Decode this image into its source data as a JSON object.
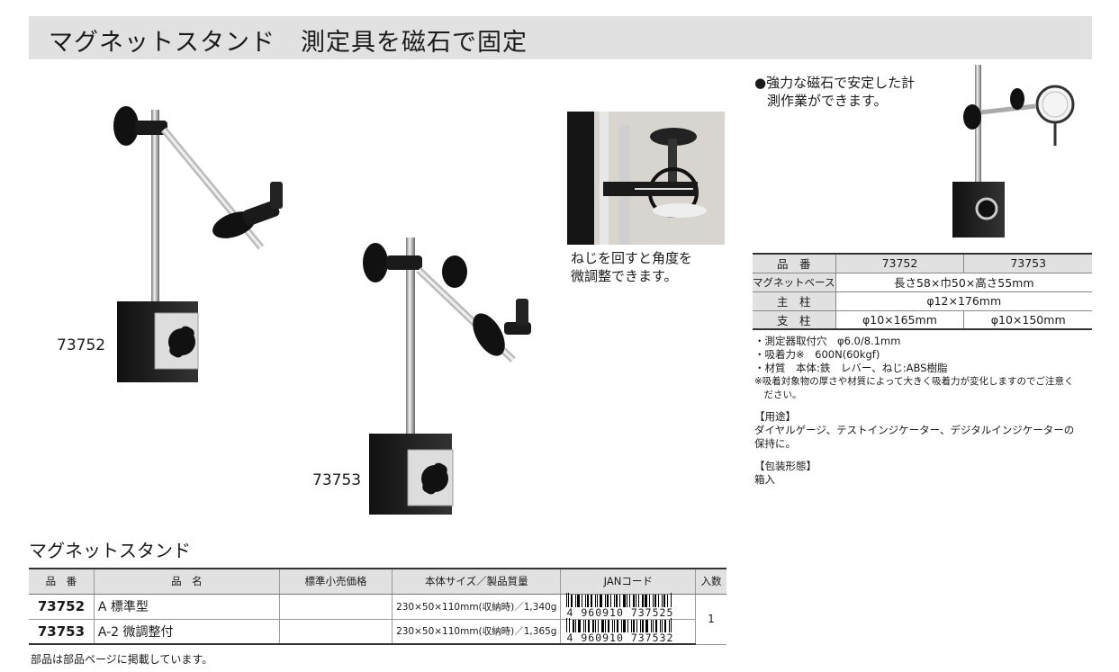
{
  "title": "マグネットスタンド　測定具を磁石で固定",
  "images": {
    "label_73752": "73752",
    "label_73753": "73753",
    "detail_caption": [
      "ねじを回すと角度を",
      "微調整できます。"
    ],
    "feature_caption": [
      "●強力な磁石で安定した計",
      "測作業ができます。"
    ]
  },
  "spec_table": {
    "header": [
      "品　番",
      "73752",
      "73753"
    ],
    "rows": [
      {
        "label": "マグネットベース",
        "value": "長さ58×巾50×高さ55mm"
      },
      {
        "label": "主　柱",
        "value": "φ12×176mm"
      },
      {
        "label": "支　柱",
        "values": [
          "φ10×165mm",
          "φ10×150mm"
        ]
      }
    ]
  },
  "spec_notes": [
    "・測定器取付穴　φ6.0/8.1mm",
    "・吸着力※　600N(60kgf)",
    "・材質　本体:鉄　レバー、ねじ:ABS樹脂",
    "※吸着対象物の厚さや材質によって大きく吸着力が変化しますのでご注意く",
    "　ださい。"
  ],
  "usage": {
    "heading": "【用途】",
    "text": [
      "ダイヤルゲージ、テストインジケーター、デジタルインジケーターの",
      "保持に。"
    ]
  },
  "packaging": {
    "heading": "【包装形態】",
    "text": "箱入"
  },
  "section_title": "マグネットスタンド",
  "product_table": {
    "headers": [
      "品　番",
      "品　名",
      "標準小売価格",
      "本体サイズ／製品質量",
      "JANコード",
      "入数"
    ],
    "rows": [
      {
        "code": "73752",
        "name": "A 標準型",
        "price": "",
        "size": "230×50×110mm(収納時)／1,340g",
        "jan_lead": "4",
        "jan": "960910 737525"
      },
      {
        "code": "73753",
        "name": "A-2 微調整付",
        "price": "",
        "size": "230×50×110mm(収納時)／1,365g",
        "jan_lead": "4",
        "jan": "960910 737532"
      }
    ],
    "quantity": "1"
  },
  "footer_note": "部品は部品ページに掲載しています。",
  "colors": {
    "header_gray": "#e1e1e1",
    "rule": "#333333"
  }
}
